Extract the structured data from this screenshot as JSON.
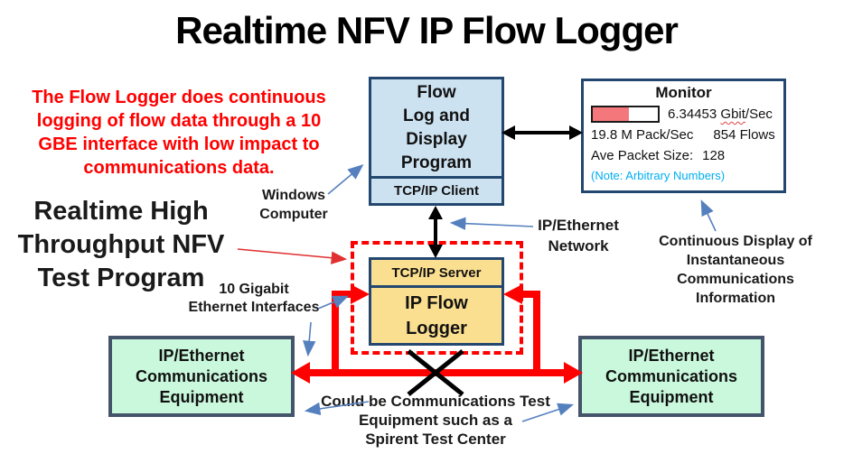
{
  "title": "Realtime NFV IP Flow Logger",
  "annotations": {
    "intro_lines": [
      "The Flow Logger does continuous",
      "logging of flow data through a 10",
      "GBE interface with low impact to",
      "communications data."
    ],
    "program_lines": [
      "Realtime High",
      "Throughput NFV",
      "Test Program"
    ],
    "windows_computer_lines": [
      "Windows",
      "Computer"
    ],
    "network_lines": [
      "IP/Ethernet",
      "Network"
    ],
    "ten_gigabit_lines": [
      "10 Gigabit",
      "Ethernet Interfaces"
    ],
    "continuous_display_lines": [
      "Continuous Display of",
      "Instantaneous",
      "Communications",
      "Information"
    ],
    "could_be_lines": [
      "Could be Communications Test",
      "Equipment such as a",
      "Spirent Test Center"
    ]
  },
  "flow_box": {
    "lines": [
      "Flow",
      "Log and",
      "Display",
      "Program"
    ],
    "client_label": "TCP/IP Client"
  },
  "logger_box": {
    "server_label": "TCP/IP Server",
    "lines": [
      "IP Flow",
      "Logger"
    ]
  },
  "monitor": {
    "title": "Monitor",
    "gauge_percent": 56,
    "throughput_value": "6.34453",
    "throughput_unit_word": "Gbit",
    "throughput_unit_rest": "/Sec",
    "packet_rate": "19.8 M Pack/Sec",
    "flows": "854 Flows",
    "avg_packet_label": "Ave Packet Size:",
    "avg_packet_value": "128",
    "note": "(Note: Arbitrary Numbers)"
  },
  "equipment_left_lines": [
    "IP/Ethernet",
    "Communications",
    "Equipment"
  ],
  "equipment_right_lines": [
    "IP/Ethernet",
    "Communications",
    "Equipment"
  ],
  "colors": {
    "red_accent": "#FF0000",
    "dark_blue_border": "#24476F",
    "equipment_border": "#44546A",
    "flow_box_fill": "#CDE2F1",
    "logger_box_fill": "#FBDF90",
    "equipment_fill": "#C9F8DC",
    "gauge_fill": "#F4787B",
    "note_cyan": "#00AEEF",
    "thin_arrow_blue": "#5580BE",
    "black": "#000000"
  }
}
